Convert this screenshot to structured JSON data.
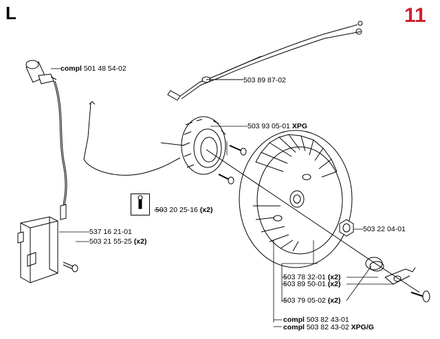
{
  "header": {
    "section_letter": "L",
    "page_number": "11",
    "page_number_color": "#d2202f"
  },
  "labels": [
    {
      "id": "spark-plug-cap",
      "prefix": "compl",
      "number": "501 48 54-02",
      "suffix": ""
    },
    {
      "id": "wire-harness",
      "prefix": "",
      "number": "503 89 87-02",
      "suffix": ""
    },
    {
      "id": "stator-coil",
      "prefix": "",
      "number": "503 93 05-01",
      "suffix": "XPG"
    },
    {
      "id": "tool",
      "prefix": "",
      "number": "503 20 25-16",
      "suffix": "(x2)"
    },
    {
      "id": "flywheel-nut",
      "prefix": "",
      "number": "503 22 04-01",
      "suffix": ""
    },
    {
      "id": "ignition-module",
      "prefix": "",
      "number": "537 16 21-01",
      "suffix": ""
    },
    {
      "id": "module-screw",
      "prefix": "",
      "number": "503 21 55-25",
      "suffix": "(x2)"
    },
    {
      "id": "pawl-screw",
      "prefix": "",
      "number": "503 78 32-01",
      "suffix": "(x2)"
    },
    {
      "id": "pawl",
      "prefix": "",
      "number": "503 89 50-01",
      "suffix": "(x2)"
    },
    {
      "id": "spring",
      "prefix": "",
      "number": "503 79 05-02",
      "suffix": "(x2)"
    },
    {
      "id": "flywheel-compl-1",
      "prefix": "compl",
      "number": "503 82 43-01",
      "suffix": ""
    },
    {
      "id": "flywheel-compl-2",
      "prefix": "compl",
      "number": "503 82 43-02",
      "suffix": "XPG/G"
    }
  ]
}
